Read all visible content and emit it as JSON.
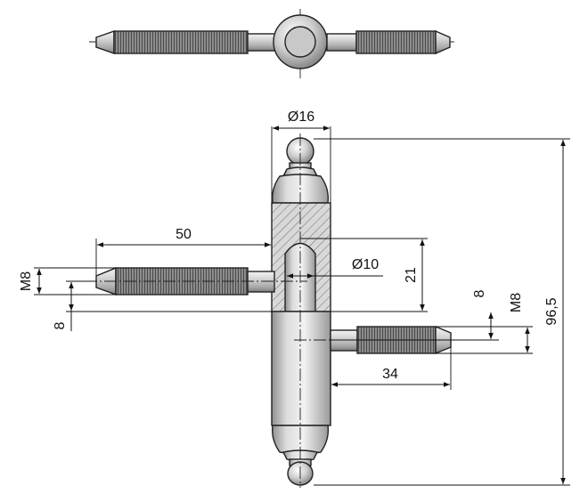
{
  "dimensions": {
    "diameter_outer": "Ø16",
    "length_top_thread": "50",
    "diameter_inner": "Ø10",
    "offset_21": "21",
    "thread_left": "M8",
    "spacing_left": "8",
    "spacing_right": "8",
    "thread_right": "M8",
    "length_bottom_thread": "34",
    "overall_height": "96,5"
  },
  "colors": {
    "metal_light": "#e9e9e9",
    "metal_mid": "#c4c4c4",
    "metal_dark": "#8a8a8a",
    "thread": "#6b6b6b",
    "line": "#111111"
  }
}
